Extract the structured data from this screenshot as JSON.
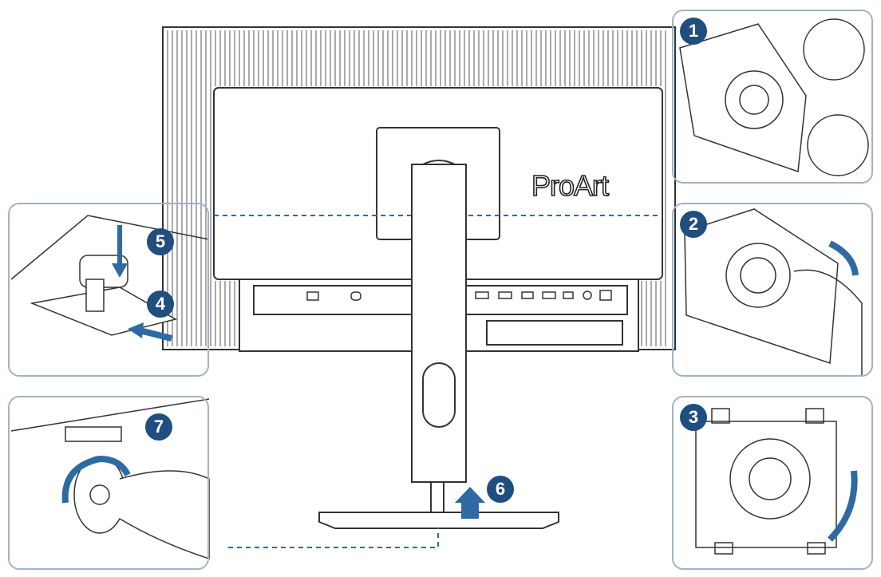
{
  "brand": "ProArt",
  "steps": [
    "1",
    "2",
    "3",
    "4",
    "5",
    "6",
    "7"
  ],
  "colors": {
    "badge": "#1f4e7f",
    "arrow": "#2f6aa3",
    "panel_border": "#9fb3c8",
    "line": "#333333"
  }
}
